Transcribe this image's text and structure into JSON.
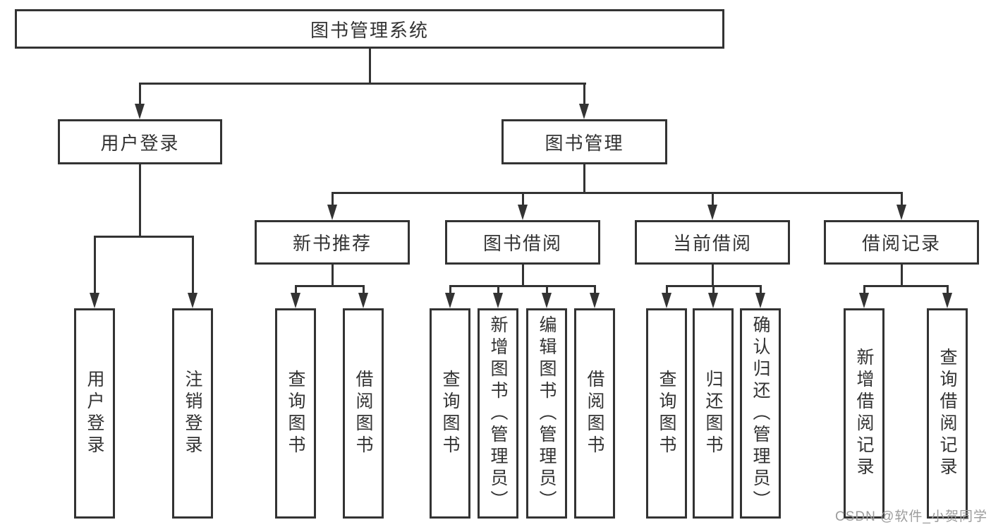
{
  "colors": {
    "line": "#333333",
    "text": "#333333",
    "watermark": "#9c9c9c",
    "background": "#ffffff"
  },
  "diagram": {
    "root": "图书管理系统",
    "level2": {
      "user_login": "用户登录",
      "book_management": "图书管理"
    },
    "level3": {
      "new_book_recommend": "新书推荐",
      "book_borrow": "图书借阅",
      "current_borrow": "当前借阅",
      "borrow_records": "借阅记录"
    },
    "leaves": {
      "user_login_leaf": "用户登录",
      "logout": "注销登录",
      "rec_query_book": "查询图书",
      "rec_borrow_book": "借阅图书",
      "borrow_query_book": "查询图书",
      "borrow_add_book": "新增图书（管理员）",
      "borrow_edit_book": "编辑图书（管理员）",
      "borrow_borrow_book": "借阅图书",
      "current_query_book": "查询图书",
      "current_return_book": "归还图书",
      "current_confirm_return": "确认归还（管理员）",
      "records_add_record": "新增借阅记录",
      "records_query_record": "查询借阅记录"
    }
  },
  "watermark": "CSDN @软件_小贺同学"
}
